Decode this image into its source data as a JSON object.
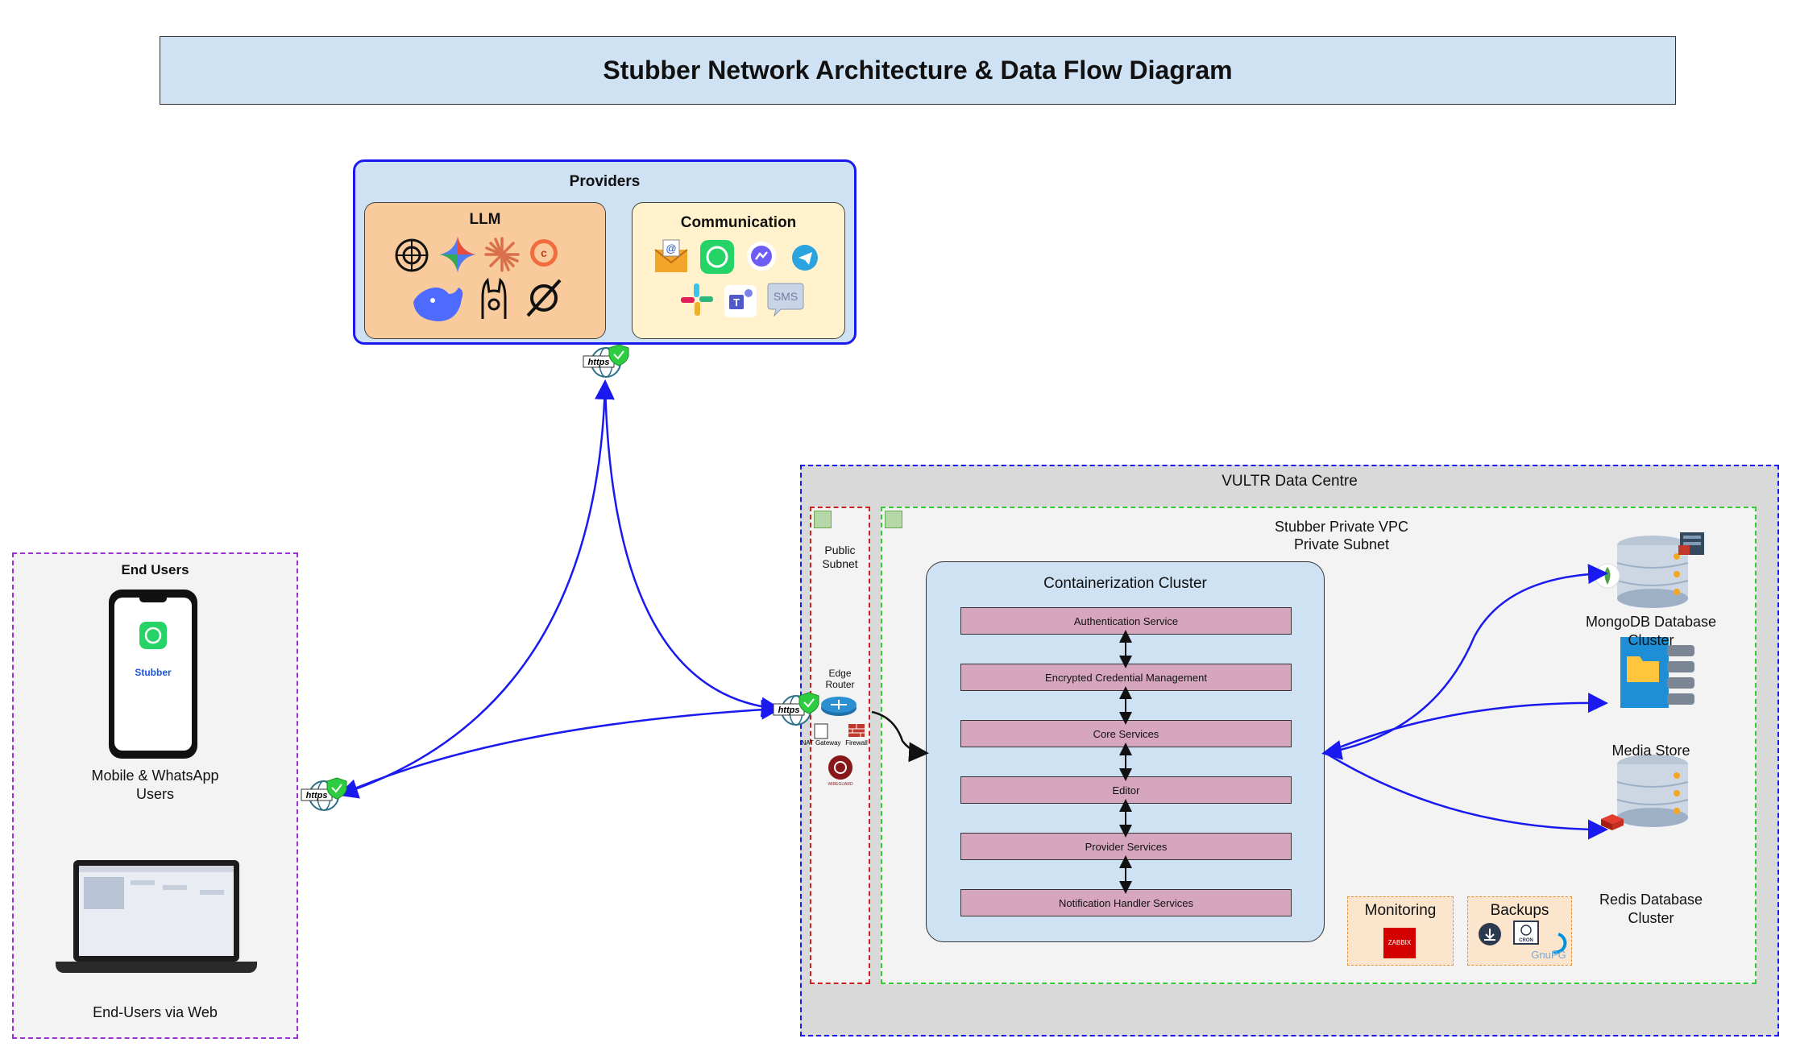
{
  "title": "Stubber Network Architecture & Data Flow Diagram",
  "providers": {
    "title": "Providers",
    "llm": {
      "title": "LLM",
      "icons": [
        "openai-icon",
        "gemini-icon",
        "claude-icon",
        "cohere-icon",
        "deepseek-icon",
        "ollama-icon",
        "grok-icon"
      ]
    },
    "communication": {
      "title": "Communication",
      "icons": [
        "email-icon",
        "whatsapp-icon",
        "messenger-icon",
        "telegram-icon",
        "slack-icon",
        "teams-icon",
        "sms-icon"
      ],
      "sms_label": "SMS"
    }
  },
  "https_label": "https",
  "end_users": {
    "title": "End Users",
    "mobile_caption_line1": "Mobile & WhatsApp",
    "mobile_caption_line2": "Users",
    "phone_brand": "Stubber",
    "web_caption": "End-Users via Web"
  },
  "vultr": {
    "title": "VULTR Data Centre",
    "public_subnet_line1": "Public",
    "public_subnet_line2": "Subnet",
    "edge_router_line1": "Edge",
    "edge_router_line2": "Router",
    "nat_label": "NAT Gateway",
    "firewall_label": "Firewall",
    "wireguard_label": "WIREGUARD",
    "private_vpc_line1": "Stubber Private VPC",
    "private_vpc_line2": "Private Subnet",
    "cluster_title": "Containerization Cluster",
    "services": [
      "Authentication Service",
      "Encrypted Credential Management",
      "Core Services",
      "Editor",
      "Provider Services",
      "Notification Handler Services"
    ],
    "monitoring_title": "Monitoring",
    "monitoring_tool": "ZABBIX",
    "backups_title": "Backups",
    "backups_cron": "CRON",
    "backups_gnupg": "GnuPG",
    "mongodb_line1": "MongoDB Database",
    "mongodb_line2": "Cluster",
    "media_store": "Media Store",
    "redis_line1": "Redis Database",
    "redis_line2": "Cluster"
  },
  "colors": {
    "title_fill": "#cfe2f3",
    "providers_border": "#1a1af0",
    "llm_fill": "#f9cb9c",
    "comm_fill": "#fff2cc",
    "end_users_border": "#9b30d9",
    "public_subnet_border": "#cc2222",
    "private_subnet_border": "#33cc33",
    "service_fill": "#d5a6bd",
    "arrow": "#1a1af0"
  }
}
